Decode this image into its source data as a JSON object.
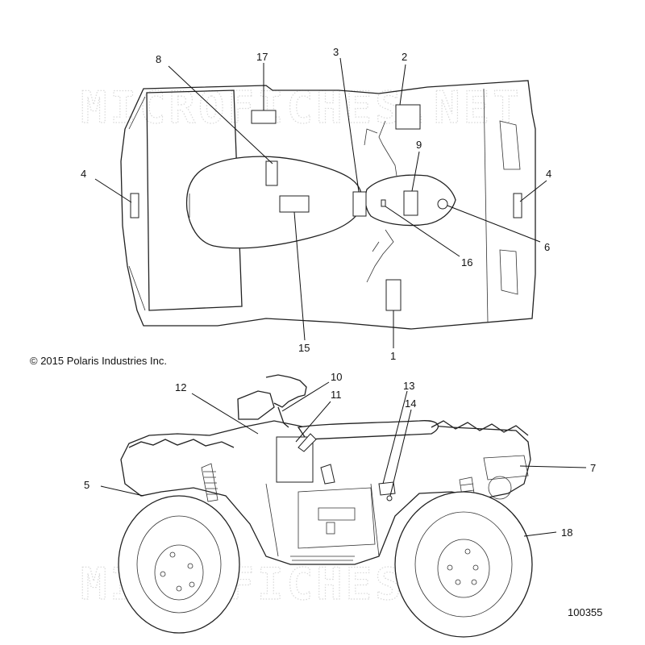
{
  "copyright": "© 2015 Polaris Industries Inc.",
  "figure_number": "100355",
  "watermark": "MICROFICHES.NET",
  "callouts": {
    "c1": "1",
    "c2": "2",
    "c3": "3",
    "c4a": "4",
    "c4b": "4",
    "c5": "5",
    "c6": "6",
    "c7": "7",
    "c8": "8",
    "c9": "9",
    "c10": "10",
    "c11": "11",
    "c12": "12",
    "c13": "13",
    "c14": "14",
    "c15": "15",
    "c16": "16",
    "c17": "17",
    "c18": "18"
  }
}
